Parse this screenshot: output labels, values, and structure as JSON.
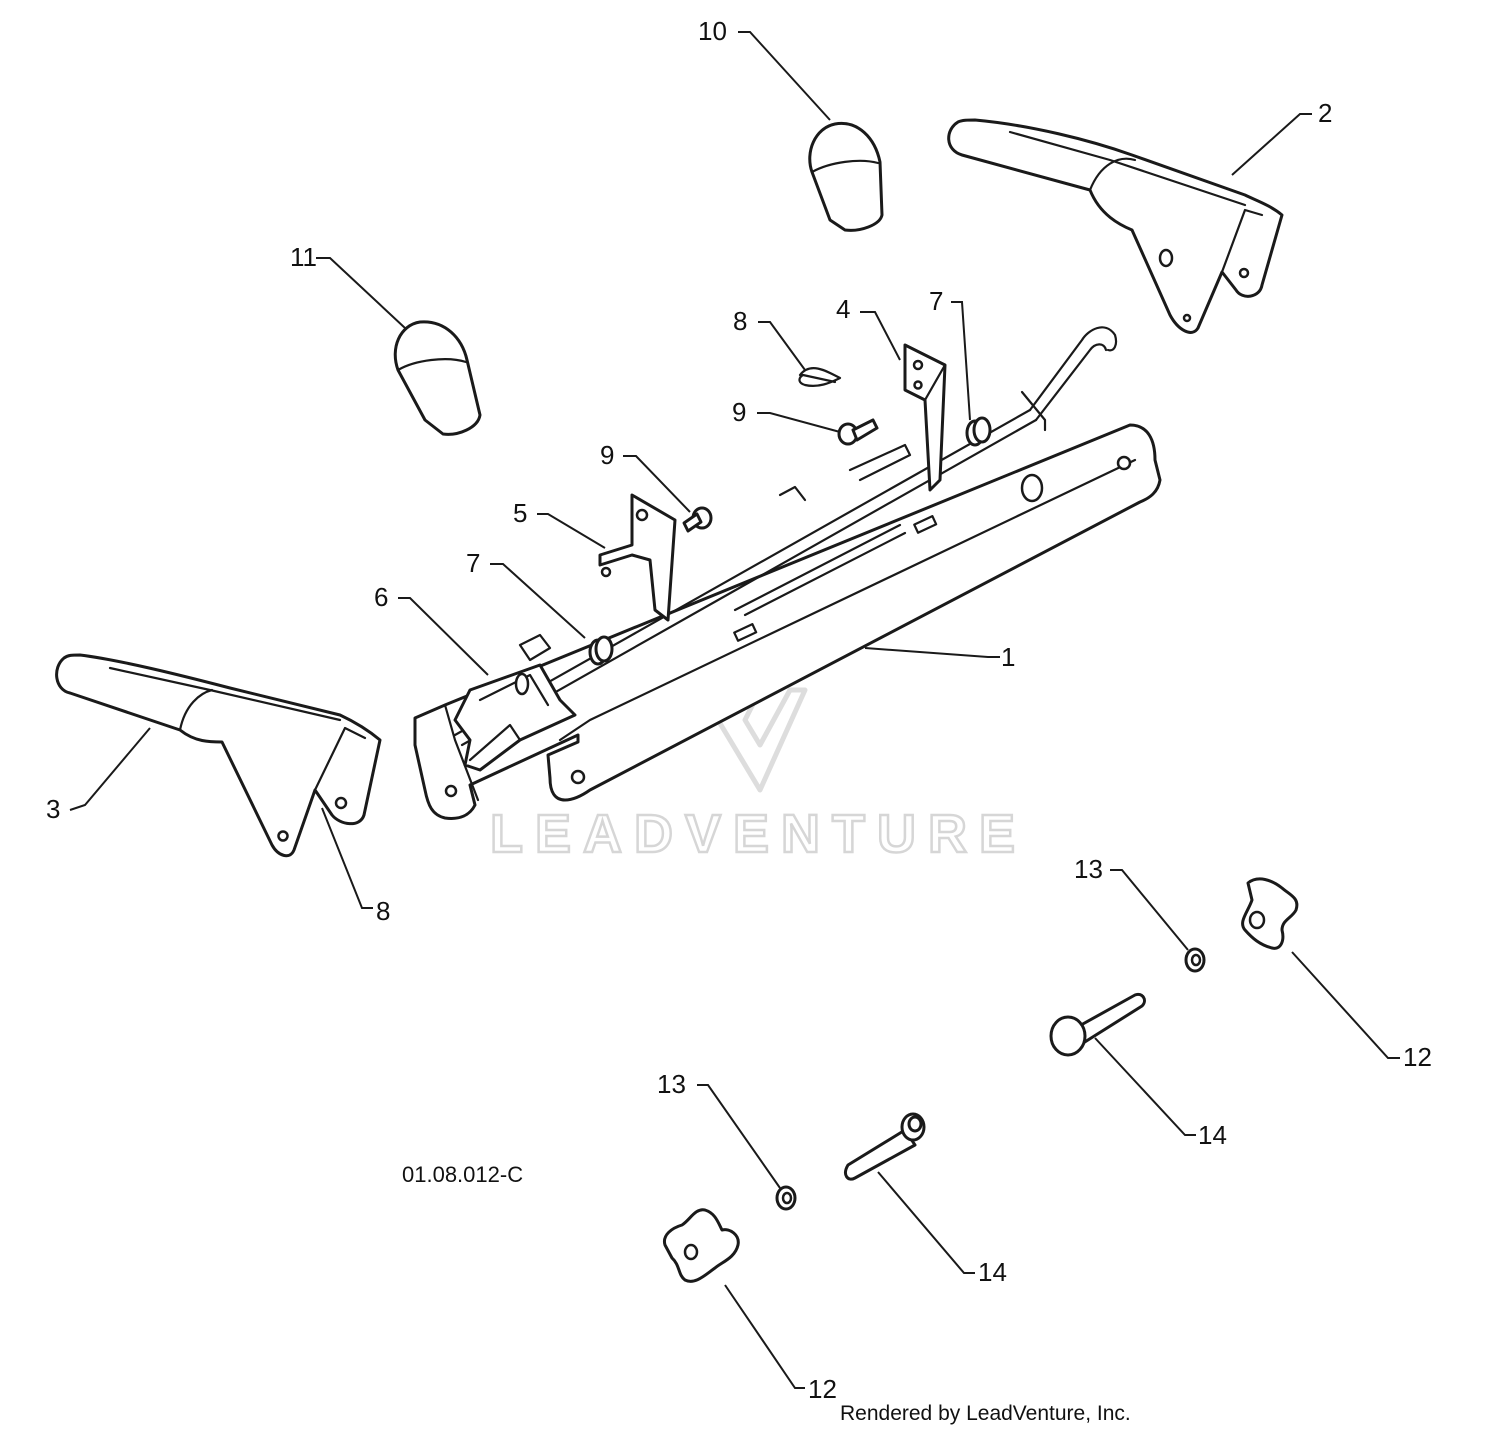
{
  "diagram": {
    "drawing_ref": "01.08.012-C",
    "credit": "Rendered by LeadVenture, Inc.",
    "watermark": "LEADVENTURE",
    "callouts": [
      {
        "id": "c1",
        "label": "1"
      },
      {
        "id": "c2",
        "label": "2"
      },
      {
        "id": "c3",
        "label": "3"
      },
      {
        "id": "c4",
        "label": "4"
      },
      {
        "id": "c5",
        "label": "5"
      },
      {
        "id": "c6",
        "label": "6"
      },
      {
        "id": "c7a",
        "label": "7"
      },
      {
        "id": "c7b",
        "label": "7"
      },
      {
        "id": "c8a",
        "label": "8"
      },
      {
        "id": "c8b",
        "label": "8"
      },
      {
        "id": "c9a",
        "label": "9"
      },
      {
        "id": "c9b",
        "label": "9"
      },
      {
        "id": "c10",
        "label": "10"
      },
      {
        "id": "c11",
        "label": "11"
      },
      {
        "id": "c12a",
        "label": "12"
      },
      {
        "id": "c12b",
        "label": "12"
      },
      {
        "id": "c13a",
        "label": "13"
      },
      {
        "id": "c13b",
        "label": "13"
      },
      {
        "id": "c14a",
        "label": "14"
      },
      {
        "id": "c14b",
        "label": "14"
      }
    ]
  }
}
